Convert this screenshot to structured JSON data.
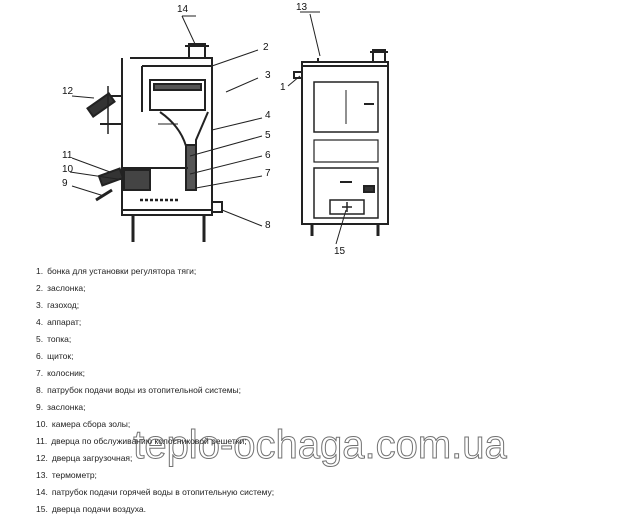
{
  "diagram": {
    "callouts": [
      "14",
      "2",
      "3",
      "12",
      "4",
      "5",
      "11",
      "6",
      "10",
      "7",
      "9",
      "8",
      "13",
      "1",
      "15"
    ]
  },
  "legend": [
    {
      "num": "1.",
      "text": "бонка для установки регулятора тяги;"
    },
    {
      "num": "2.",
      "text": "заслонка;"
    },
    {
      "num": "3.",
      "text": "газоход;"
    },
    {
      "num": "4.",
      "text": "аппарат;"
    },
    {
      "num": "5.",
      "text": "топка;"
    },
    {
      "num": "6.",
      "text": "щиток;"
    },
    {
      "num": "7.",
      "text": "колосник;"
    },
    {
      "num": "8.",
      "text": "патрубок подачи воды из отопительной системы;"
    },
    {
      "num": "9.",
      "text": "заслонка;"
    },
    {
      "num": "10.",
      "text": "камера сбора золы;"
    },
    {
      "num": "11.",
      "text": "дверца по обслуживанию колосниковой решетки;"
    },
    {
      "num": "12.",
      "text": "дверца загрузочная;"
    },
    {
      "num": "13.",
      "text": "термометр;"
    },
    {
      "num": "14.",
      "text": "патрубок подачи горячей воды в отопительную систему;"
    },
    {
      "num": "15.",
      "text": "дверца подачи воздуха."
    }
  ],
  "watermark": "teplo-ochaga.com.ua"
}
